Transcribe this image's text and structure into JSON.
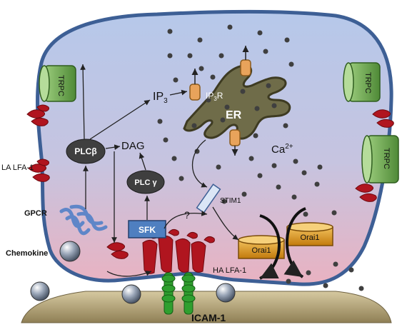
{
  "labels": {
    "trpc": "TRPC",
    "ip3": "IP",
    "ip3_sub": "3",
    "ip3r": "IP",
    "ip3r_sub": "3",
    "ip3r_tail": "R",
    "er": "ER",
    "ca": "Ca",
    "ca_sup": "2+",
    "plcb": "PLCβ",
    "dag": "DAG",
    "plcg": "PLC γ",
    "la_lfa1": "LA LFA-1",
    "gpcr": "GPCR",
    "chemokine": "Chemokine",
    "sfk": "SFK",
    "stim1": "STIM1",
    "question": "?",
    "orai1_a": "Orai1",
    "orai1_b": "Orai1",
    "ha_lfa1": "HA LFA-1",
    "icam1": "ICAM-1"
  },
  "colors": {
    "cell_top": "#b8c9ea",
    "cell_bottom": "#e6b3c0",
    "membrane": "#3d5f95",
    "er_fill": "#6f6c49",
    "trpc": "#6fa653",
    "lfa1": "#b0151f",
    "icam": "#2f9f2f",
    "orai": "#d48a14",
    "sfk": "#4f7fc0",
    "gpcr": "#5f86c8",
    "plc": "#3f3f3f",
    "substrate": "#b3a47a"
  }
}
